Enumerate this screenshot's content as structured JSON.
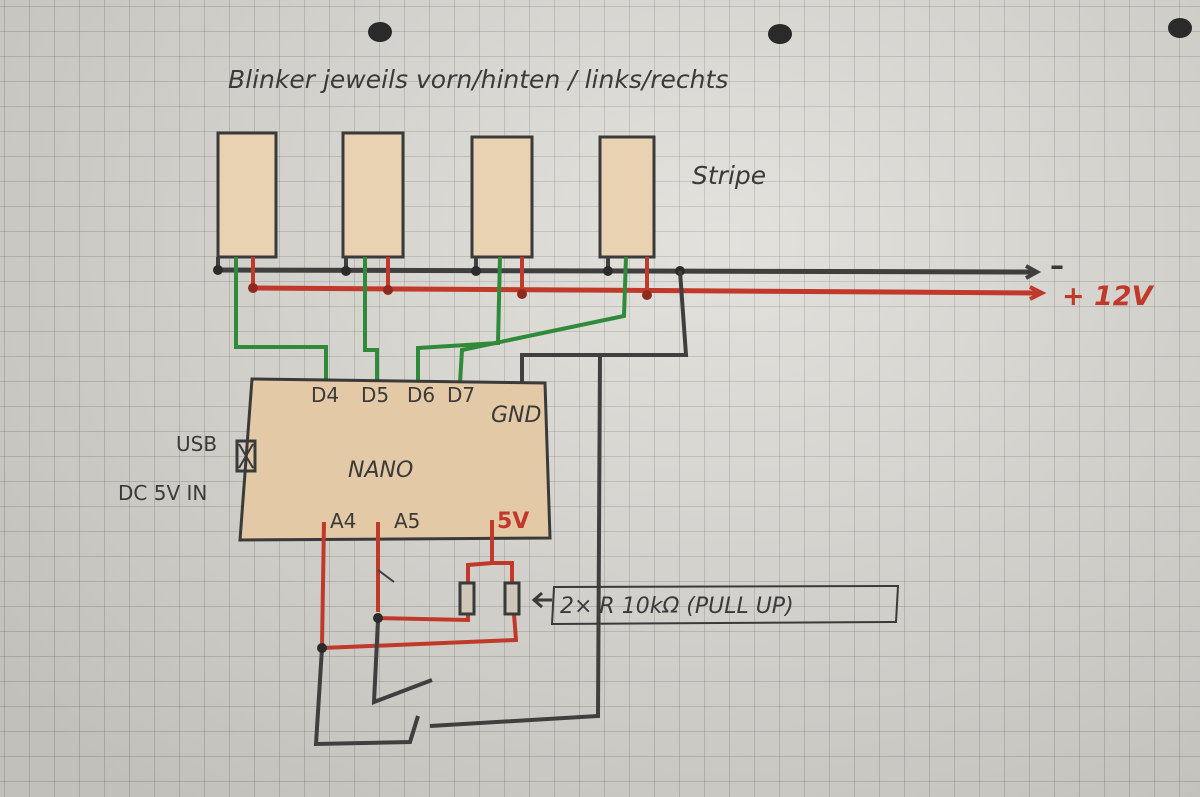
{
  "title": "Blinker jeweils vorn/hinten / links/rechts",
  "stripe_label": "Stripe",
  "power": {
    "minus_label": "–",
    "plus_label": "+ 12V"
  },
  "board": {
    "name": "NANO",
    "pins_top": [
      "D4",
      "D5",
      "D6",
      "D7"
    ],
    "gnd_label": "GND",
    "pins_bottom": [
      "A4",
      "A5"
    ],
    "vcc_label": "5V",
    "usb_label": "USB",
    "dc_label": "DC 5V IN"
  },
  "resistor_note": "2× R 10kΩ (PULL UP)",
  "colors": {
    "paper": "#dddbd5",
    "ink": "#3a3a3a",
    "red": "#c0392b",
    "green": "#2f8a3a",
    "strip_fill": "#e8d2b2",
    "board_fill": "#e3c9a6"
  }
}
